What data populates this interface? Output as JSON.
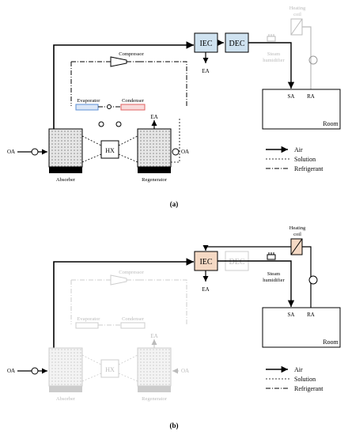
{
  "panels": [
    {
      "label": "(a)",
      "components": {
        "iec": "IEC",
        "dec": "DEC",
        "heating_coil_line1": "Heating",
        "heating_coil_line2": "coil",
        "steam_humidifier_line1": "Steam",
        "steam_humidifier_line2": "humidifier",
        "compressor": "Compressor",
        "evaporator": "Evaporator",
        "condenser": "Condenser",
        "hx": "HX",
        "absorber": "Absorber",
        "regenerator": "Regenerator",
        "room": "Room",
        "oa_left": "OA",
        "oa_right": "OA",
        "ea_iec": "EA",
        "ea_regen": "EA",
        "sa": "SA",
        "ra": "RA"
      },
      "legend": {
        "air": "Air",
        "solution": "Solution",
        "refrigerant": "Refrigerant"
      },
      "colors": {
        "iec_fill": "#cfe2f0",
        "dec_fill": "#cfe2f0",
        "evaporator": "#5b8fd6",
        "condenser": "#e06060"
      }
    },
    {
      "label": "(b)",
      "components": {
        "iec": "IEC",
        "dec": "DEC",
        "heating_coil_line1": "Heating",
        "heating_coil_line2": "coil",
        "steam_humidifier_line1": "Steam",
        "steam_humidifier_line2": "humidifier",
        "compressor": "Compressor",
        "evaporator": "Evaporator",
        "condenser": "Condenser",
        "hx": "HX",
        "absorber": "Absorber",
        "regenerator": "Regenerator",
        "room": "Room",
        "oa_left": "OA",
        "oa_right": "OA",
        "ea_iec": "EA",
        "ea_regen": "EA",
        "sa": "SA",
        "ra": "RA"
      },
      "legend": {
        "air": "Air",
        "solution": "Solution",
        "refrigerant": "Refrigerant"
      },
      "colors": {
        "iec_fill": "#f5d9c4",
        "dec_fill": "#ffffff",
        "faded": "#bbbbbb"
      }
    }
  ]
}
